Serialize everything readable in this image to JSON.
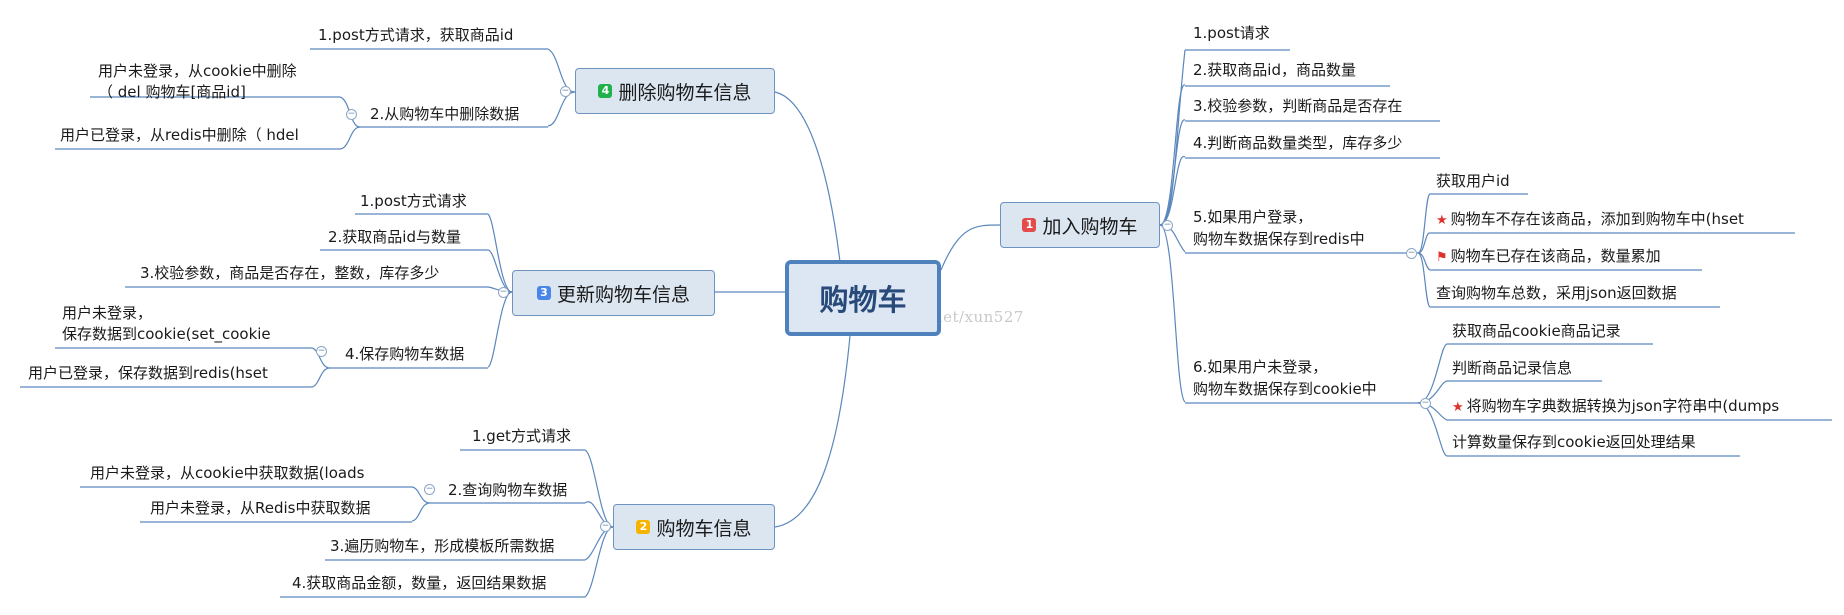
{
  "central": "购物车",
  "watermark": "http://blog.csdn.net/xun527",
  "colors": {
    "badge1": "#e44b4b",
    "badge2": "#f4b400",
    "badge3": "#4a86e8",
    "badge4": "#21b24b",
    "line": "#5b87bd"
  },
  "right": {
    "topic1": {
      "badge": "1",
      "label": "加入购物车"
    },
    "items": {
      "i1": "1.post请求",
      "i2": "2.获取商品id，商品数量",
      "i3": "3.校验参数，判断商品是否存在",
      "i4": "4.判断商品数量类型，库存多少",
      "i5a": "5.如果用户登录，",
      "i5b": "购物车数据保存到redis中",
      "i6a": "6.如果用户未登录，",
      "i6b": "购物车数据保存到cookie中"
    },
    "sub5": {
      "s1": "获取用户id",
      "s2": "购物车不存在该商品，添加到购物车中(hset",
      "s3": "购物车已存在该商品，数量累加",
      "s4": "查询购物车总数，采用json返回数据"
    },
    "sub6": {
      "s1": "获取商品cookie商品记录",
      "s2": "判断商品记录信息",
      "s3": "将购物车字典数据转换为json字符串中(dumps",
      "s4": "计算数量保存到cookie返回处理结果"
    }
  },
  "left": {
    "topic4": {
      "badge": "4",
      "label": "删除购物车信息"
    },
    "del": {
      "d1": "1.post方式请求，获取商品id",
      "d2": "2.从购物车中删除数据",
      "d2a1": "用户未登录，从cookie中删除",
      "d2a2": "（ del 购物车[商品id]",
      "d2b": "用户已登录，从redis中删除（ hdel"
    },
    "topic3": {
      "badge": "3",
      "label": "更新购物车信息"
    },
    "upd": {
      "u1": "1.post方式请求",
      "u2": "2.获取商品id与数量",
      "u3": "3.校验参数，商品是否存在，整数，库存多少",
      "u4": "4.保存购物车数据",
      "u4a1": "用户未登录，",
      "u4a2": "保存数据到cookie(set_cookie",
      "u4b": "用户已登录，保存数据到redis(hset"
    },
    "topic2": {
      "badge": "2",
      "label": "购物车信息"
    },
    "info": {
      "g1": "1.get方式请求",
      "g2": "2.查询购物车数据",
      "g2a": "用户未登录，从cookie中获取数据(loads",
      "g2b": "用户未登录，从Redis中获取数据",
      "g3": "3.遍历购物车，形成模板所需数据",
      "g4": "4.获取商品金额，数量，返回结果数据"
    }
  }
}
